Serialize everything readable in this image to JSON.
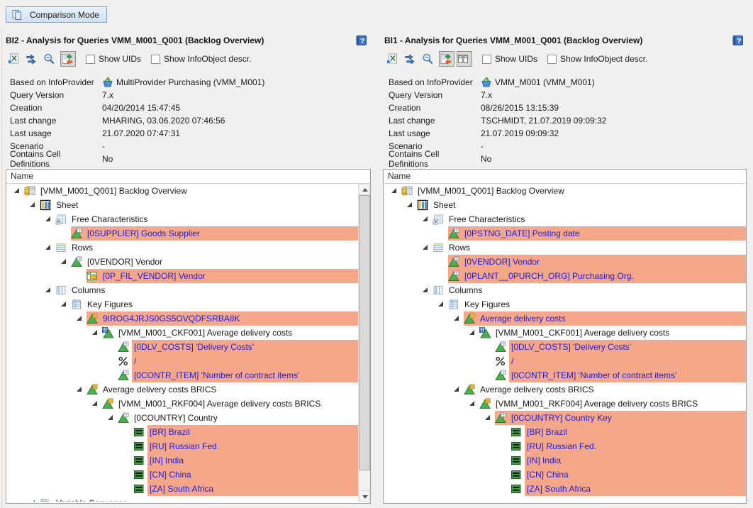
{
  "comparison_mode": {
    "label": "Comparison Mode",
    "icon": "comparison-pages-icon"
  },
  "colors": {
    "highlight": "#F5A78A",
    "highlight_text": "#1A1AE6",
    "text": "#1A1A1A"
  },
  "panels": [
    {
      "id": "BI2",
      "title": "BI2 - Analysis for Queries VMM_M001_Q001 (Backlog Overview)",
      "help_icon": "help-icon",
      "toolbar": {
        "buttons": [
          {
            "icon": "excel-export-icon",
            "pressed": false
          },
          {
            "icon": "swap-arrows-icon",
            "pressed": false
          },
          {
            "icon": "zoom-out-icon",
            "pressed": false
          },
          {
            "icon": "compare-docs-icon",
            "pressed": true
          }
        ],
        "checkboxes": [
          {
            "label": "Show UIDs",
            "checked": false
          },
          {
            "label": "Show InfoObject descr.",
            "checked": false
          }
        ]
      },
      "info": [
        {
          "label": "Based on InfoProvider",
          "value": "MultiProvider Purchasing (VMM_M001)",
          "icon": "infoprovider-icon"
        },
        {
          "label": "Query Version",
          "value": "7.x"
        },
        {
          "label": "Creation",
          "value": "04/20/2014 15:47:45"
        },
        {
          "label": "Last change",
          "value": "MHARING, 03.06.2020 07:46:56"
        },
        {
          "label": "Last usage",
          "value": "21.07.2020 07:47:31"
        },
        {
          "label": "Scenario",
          "value": "-"
        },
        {
          "label": "Contains Cell Definitions",
          "value": "No"
        }
      ],
      "tree_header": "Name",
      "has_scrollbar": true,
      "tree": [
        {
          "text": "[VMM_M001_Q001] Backlog Overview",
          "level": 1,
          "icon": "query-icon",
          "expander": true,
          "highlight": "none"
        },
        {
          "text": "Sheet",
          "level": 2,
          "icon": "sheet-icon",
          "expander": true,
          "highlight": "none"
        },
        {
          "text": "Free Characteristics",
          "level": 3,
          "icon": "free-characteristics-icon",
          "expander": true,
          "highlight": "none"
        },
        {
          "text": "[0SUPPLIER] Goods Supplier",
          "level": 4,
          "icon": "characteristic-icon",
          "expander": false,
          "highlight": "full"
        },
        {
          "text": "Rows",
          "level": 3,
          "icon": "rows-icon",
          "expander": true,
          "highlight": "none"
        },
        {
          "text": "[0VENDOR] Vendor",
          "level": 4,
          "icon": "characteristic-icon",
          "expander": true,
          "highlight": "none"
        },
        {
          "text": "[0P_FIL_VENDOR] Vendor",
          "level": 5,
          "icon": "variable-icon",
          "expander": false,
          "highlight": "full"
        },
        {
          "text": "Columns",
          "level": 3,
          "icon": "columns-icon",
          "expander": true,
          "highlight": "none"
        },
        {
          "text": "Key Figures",
          "level": 4,
          "icon": "key-figures-icon",
          "expander": true,
          "highlight": "none"
        },
        {
          "text": "9IROG4JRJS0GS5OVQDFSRBA8K",
          "level": 5,
          "icon": "structure-member-icon",
          "expander": true,
          "highlight": "full"
        },
        {
          "text": "[VMM_M001_CKF001] Average delivery costs",
          "level": 6,
          "icon": "calculated-key-figure-icon",
          "expander": true,
          "highlight": "none"
        },
        {
          "text": "[0DLV_COSTS] 'Delivery Costs'",
          "level": 7,
          "icon": "characteristic-icon",
          "expander": false,
          "highlight": "text"
        },
        {
          "text": "/",
          "level": 7,
          "icon": "operator-icon",
          "expander": false,
          "highlight": "text"
        },
        {
          "text": "[0CONTR_ITEM] 'Number of contract items'",
          "level": 7,
          "icon": "characteristic-icon",
          "expander": false,
          "highlight": "text"
        },
        {
          "text": "Average delivery costs BRICS",
          "level": 5,
          "icon": "structure-member-icon",
          "expander": true,
          "highlight": "none"
        },
        {
          "text": "[VMM_M001_RKF004] Average delivery costs BRICS",
          "level": 6,
          "icon": "restricted-key-figure-icon",
          "expander": true,
          "highlight": "none"
        },
        {
          "text": "[0COUNTRY] Country",
          "level": 7,
          "icon": "characteristic-icon",
          "expander": true,
          "highlight": "none"
        },
        {
          "text": "[BR] Brazil",
          "level": 8,
          "icon": "value-icon",
          "expander": false,
          "highlight": "text"
        },
        {
          "text": "[RU] Russian Fed.",
          "level": 8,
          "icon": "value-icon",
          "expander": false,
          "highlight": "text"
        },
        {
          "text": "[IN] India",
          "level": 8,
          "icon": "value-icon",
          "expander": false,
          "highlight": "text"
        },
        {
          "text": "[CN] China",
          "level": 8,
          "icon": "value-icon",
          "expander": false,
          "highlight": "text"
        },
        {
          "text": "[ZA] South Africa",
          "level": 8,
          "icon": "value-icon",
          "expander": false,
          "highlight": "text"
        },
        {
          "text": "Variable Sequence",
          "level": 2,
          "icon": "variables-icon",
          "expander": true,
          "highlight": "none"
        }
      ]
    },
    {
      "id": "BI1",
      "title": "BI1 - Analysis for Queries VMM_M001_Q001 (Backlog Overview)",
      "help_icon": "help-icon",
      "toolbar": {
        "buttons": [
          {
            "icon": "excel-export-icon",
            "pressed": false
          },
          {
            "icon": "swap-arrows-icon",
            "pressed": false
          },
          {
            "icon": "zoom-out-icon",
            "pressed": false
          },
          {
            "icon": "compare-docs-icon",
            "pressed": true
          },
          {
            "icon": "panes-icon",
            "pressed": true
          }
        ],
        "checkboxes": [
          {
            "label": "Show UIDs",
            "checked": false
          },
          {
            "label": "Show InfoObject descr.",
            "checked": false
          }
        ]
      },
      "info": [
        {
          "label": "Based on InfoProvider",
          "value": "VMM_M001 (VMM_M001)",
          "icon": "infoprovider-icon"
        },
        {
          "label": "Query Version",
          "value": "7.x"
        },
        {
          "label": "Creation",
          "value": "08/26/2015 13:15:39"
        },
        {
          "label": "Last change",
          "value": "TSCHMIDT, 21.07.2019 09:09:32"
        },
        {
          "label": "Last usage",
          "value": "21.07.2019 09:09:32"
        },
        {
          "label": "Scenario",
          "value": "-"
        },
        {
          "label": "Contains Cell Definitions",
          "value": "No"
        }
      ],
      "tree_header": "Name",
      "has_scrollbar": false,
      "tree": [
        {
          "text": "[VMM_M001_Q001] Backlog Overview",
          "level": 1,
          "icon": "query-icon",
          "expander": true,
          "highlight": "none"
        },
        {
          "text": "Sheet",
          "level": 2,
          "icon": "sheet-icon",
          "expander": true,
          "highlight": "none"
        },
        {
          "text": "Free Characteristics",
          "level": 3,
          "icon": "free-characteristics-icon",
          "expander": true,
          "highlight": "none"
        },
        {
          "text": "[0PSTNG_DATE] Posting date",
          "level": 4,
          "icon": "characteristic-icon",
          "expander": false,
          "highlight": "full"
        },
        {
          "text": "Rows",
          "level": 3,
          "icon": "rows-icon",
          "expander": true,
          "highlight": "none"
        },
        {
          "text": "[0VENDOR] Vendor",
          "level": 4,
          "icon": "characteristic-icon",
          "expander": false,
          "highlight": "full"
        },
        {
          "text": "[0PLANT__0PURCH_ORG] Purchasing Org.",
          "level": 4,
          "icon": "characteristic-icon",
          "expander": false,
          "highlight": "full"
        },
        {
          "text": "Columns",
          "level": 3,
          "icon": "columns-icon",
          "expander": true,
          "highlight": "none"
        },
        {
          "text": "Key Figures",
          "level": 4,
          "icon": "key-figures-icon",
          "expander": true,
          "highlight": "none"
        },
        {
          "text": "Average delivery costs",
          "level": 5,
          "icon": "structure-member-icon",
          "expander": true,
          "highlight": "full"
        },
        {
          "text": "[VMM_M001_CKF001] Average delivery costs",
          "level": 6,
          "icon": "calculated-key-figure-icon",
          "expander": true,
          "highlight": "none"
        },
        {
          "text": "[0DLV_COSTS] 'Delivery Costs'",
          "level": 7,
          "icon": "characteristic-icon",
          "expander": false,
          "highlight": "text"
        },
        {
          "text": "/",
          "level": 7,
          "icon": "operator-icon",
          "expander": false,
          "highlight": "text"
        },
        {
          "text": "[0CONTR_ITEM] 'Number of contract items'",
          "level": 7,
          "icon": "characteristic-icon",
          "expander": false,
          "highlight": "text"
        },
        {
          "text": "Average delivery costs BRICS",
          "level": 5,
          "icon": "structure-member-icon",
          "expander": true,
          "highlight": "none"
        },
        {
          "text": "[VMM_M001_RKF004] Average delivery costs BRICS",
          "level": 6,
          "icon": "restricted-key-figure-icon",
          "expander": true,
          "highlight": "none"
        },
        {
          "text": "[0COUNTRY] Country Key",
          "level": 7,
          "icon": "characteristic-icon",
          "expander": true,
          "highlight": "full"
        },
        {
          "text": "[BR] Brazil",
          "level": 8,
          "icon": "value-icon",
          "expander": false,
          "highlight": "text"
        },
        {
          "text": "[RU] Russian Fed.",
          "level": 8,
          "icon": "value-icon",
          "expander": false,
          "highlight": "text"
        },
        {
          "text": "[IN] India",
          "level": 8,
          "icon": "value-icon",
          "expander": false,
          "highlight": "text"
        },
        {
          "text": "[CN] China",
          "level": 8,
          "icon": "value-icon",
          "expander": false,
          "highlight": "text"
        },
        {
          "text": "[ZA] South Africa",
          "level": 8,
          "icon": "value-icon",
          "expander": false,
          "highlight": "text"
        }
      ]
    }
  ]
}
